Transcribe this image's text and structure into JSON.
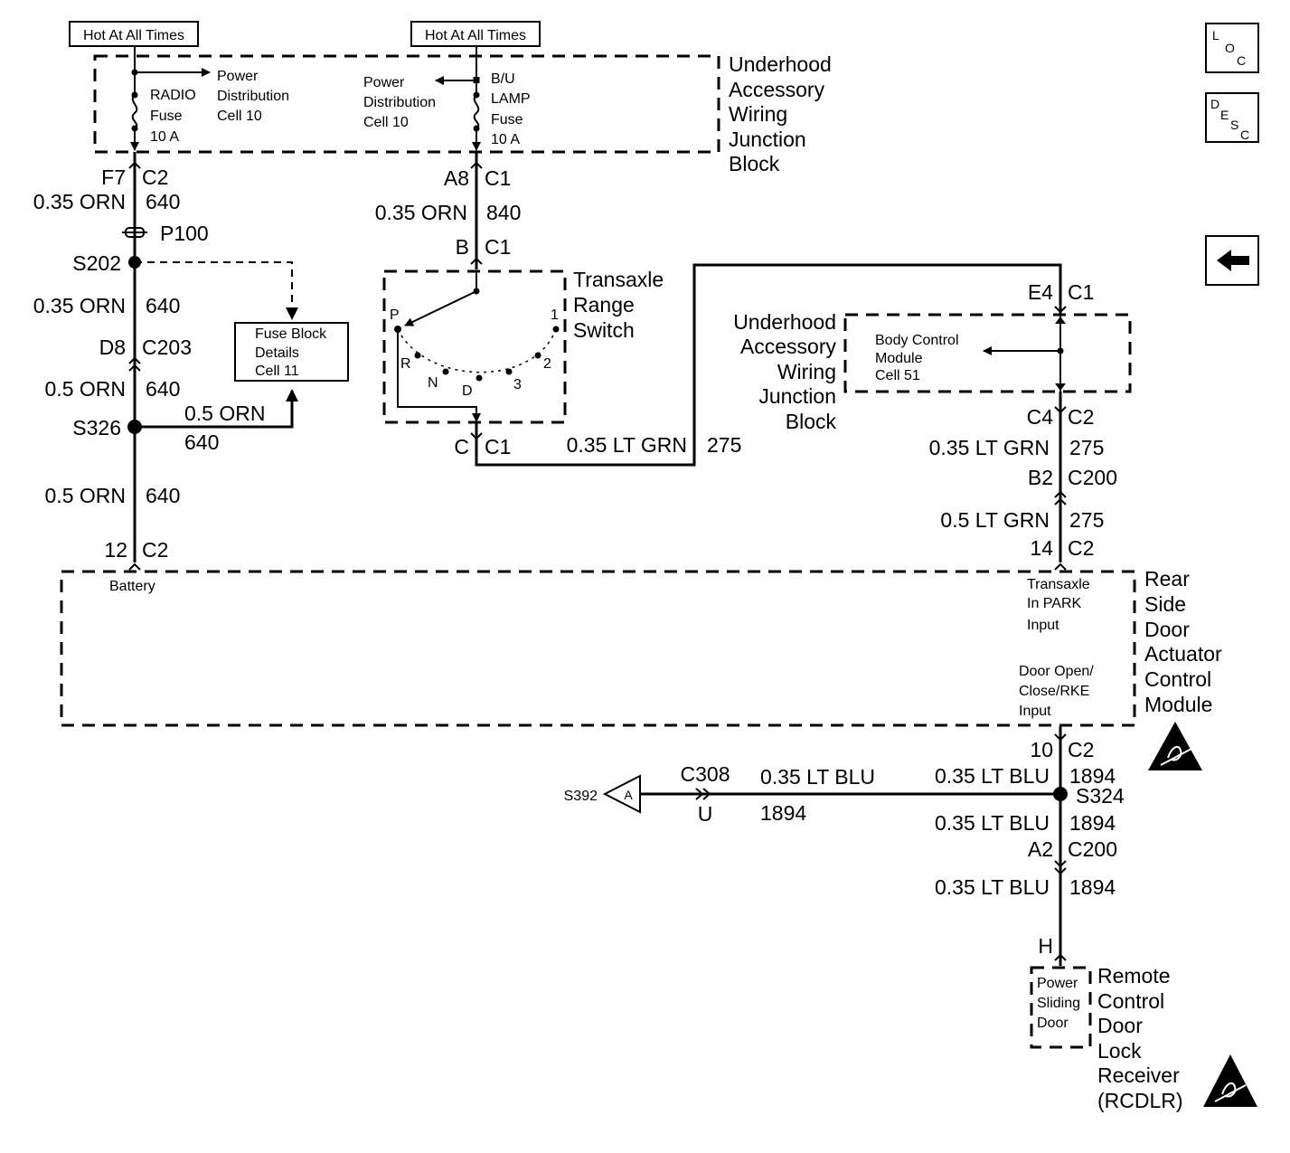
{
  "hot_labels": [
    "Hot At All Times",
    "Hot At All Times"
  ],
  "nav": {
    "loc": [
      "L",
      "O",
      "C"
    ],
    "desc": [
      "D",
      "E",
      "S",
      "C"
    ],
    "back_icon": "left-arrow-icon"
  },
  "uawjb_top": {
    "name_lines": [
      "Underhood",
      "Accessory",
      "Wiring",
      "Junction",
      "Block"
    ],
    "left_ref_lines": [
      "Power",
      "Distribution",
      "Cell 10"
    ],
    "left_fuse_lines": [
      "RADIO",
      "Fuse",
      "10 A"
    ],
    "right_ref_lines": [
      "Power",
      "Distribution",
      "Cell 10"
    ],
    "right_fuse_lines": [
      "B/U",
      "LAMP",
      "Fuse",
      "10 A"
    ]
  },
  "left_circuit": {
    "f7": "F7",
    "c2a": "C2",
    "wire1_spec": "0.35 ORN",
    "wire1_num": "640",
    "p100": "P100",
    "s202": "S202",
    "wire2_spec": "0.35 ORN",
    "wire2_num": "640",
    "d8": "D8",
    "c203": "C203",
    "wire3_spec": "0.5 ORN",
    "wire3_num": "640",
    "s326": "S326",
    "branch_spec": "0.5 ORN",
    "branch_num": "640",
    "wire4_spec": "0.5 ORN",
    "wire4_num": "640",
    "pin12": "12",
    "c2b": "C2"
  },
  "fuse_block_ref_lines": [
    "Fuse Block",
    "Details",
    "Cell 11"
  ],
  "mid_circuit": {
    "a8": "A8",
    "c1a": "C1",
    "wire_spec": "0.35 ORN",
    "wire_num": "840",
    "b": "B",
    "c1b": "C1",
    "c": "C",
    "c1c": "C1",
    "out_spec": "0.35 LT GRN",
    "out_num": "275"
  },
  "transaxle_switch": {
    "name_lines": [
      "Transaxle",
      "Range",
      "Switch"
    ],
    "positions": [
      "P",
      "R",
      "N",
      "D",
      "3",
      "2",
      "1"
    ]
  },
  "uawjb_right": {
    "name_lines": [
      "Underhood",
      "Accessory",
      "Wiring",
      "Junction",
      "Block"
    ],
    "bcm_lines": [
      "Body Control",
      "Module",
      "Cell 51"
    ]
  },
  "right_circuit": {
    "e4": "E4",
    "c1": "C1",
    "c4": "C4",
    "c2a": "C2",
    "wire1_spec": "0.35 LT GRN",
    "wire1_num": "275",
    "b2": "B2",
    "c200a": "C200",
    "wire2_spec": "0.5 LT GRN",
    "wire2_num": "275",
    "pin14": "14",
    "c2b": "C2",
    "pin10": "10",
    "c2c": "C2",
    "wire3_spec": "0.35 LT BLU",
    "wire3_num": "1894",
    "s324": "S324",
    "wire4_spec": "0.35 LT BLU",
    "wire4_num": "1894",
    "a2": "A2",
    "c200b": "C200",
    "wire5_spec": "0.35 LT BLU",
    "wire5_num": "1894",
    "h": "H"
  },
  "module": {
    "name_lines": [
      "Rear",
      "Side",
      "Door",
      "Actuator",
      "Control",
      "Module"
    ],
    "battery": "Battery",
    "park_input_lines": [
      "Transaxle",
      "In PARK",
      "Input"
    ],
    "door_input_lines": [
      "Door Open/",
      "Close/RKE",
      "Input"
    ]
  },
  "bottom": {
    "s392": "S392",
    "a": "A",
    "c308": "C308",
    "u": "U",
    "spec": "0.35 LT BLU",
    "num": "1894"
  },
  "rcdlr": {
    "psd_lines": [
      "Power",
      "Sliding",
      "Door"
    ],
    "name_lines": [
      "Remote",
      "Control",
      "Door",
      "Lock",
      "Receiver",
      "(RCDLR)"
    ]
  },
  "icons": {
    "esd": "esd-warning-icon"
  }
}
